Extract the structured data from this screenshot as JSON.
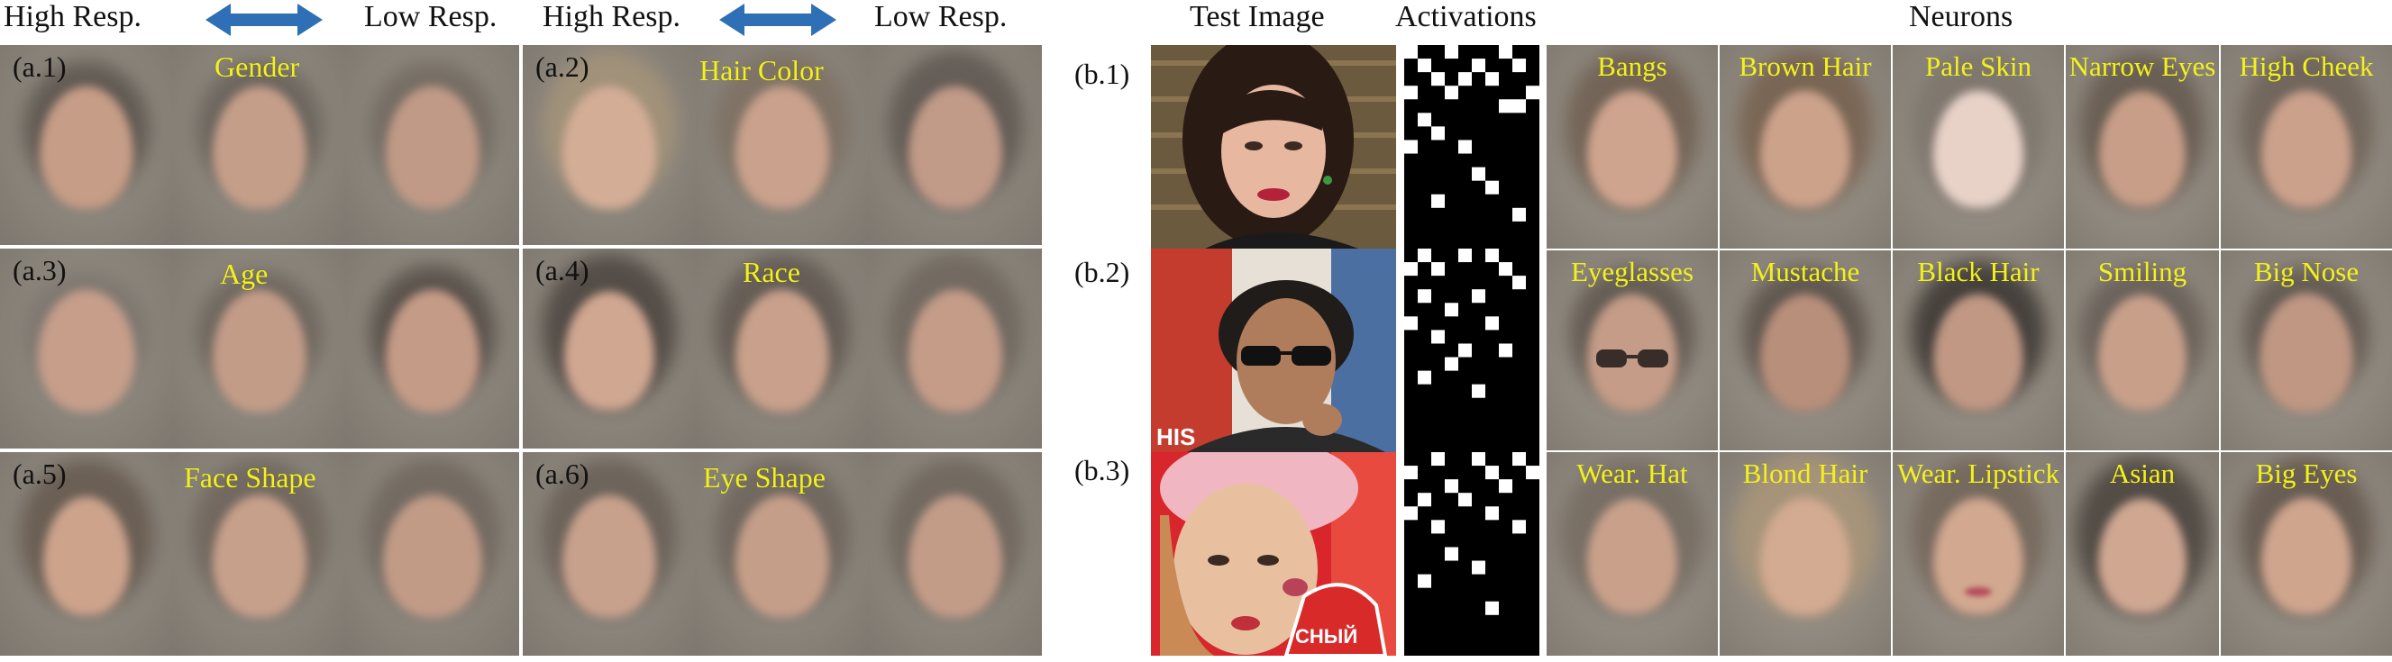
{
  "left_header": {
    "high": "High Resp.",
    "low": "Low Resp."
  },
  "panels": [
    {
      "id": "(a.1)",
      "title": "Gender"
    },
    {
      "id": "(a.2)",
      "title": "Hair Color"
    },
    {
      "id": "(a.3)",
      "title": "Age"
    },
    {
      "id": "(a.4)",
      "title": "Race"
    },
    {
      "id": "(a.5)",
      "title": "Face Shape"
    },
    {
      "id": "(a.6)",
      "title": "Eye Shape"
    }
  ],
  "right_header": {
    "test_image": "Test Image",
    "activations": "Activations",
    "neurons": "Neurons"
  },
  "rows": [
    {
      "id": "(b.1)",
      "neurons": [
        "Bangs",
        "Brown Hair",
        "Pale Skin",
        "Narrow Eyes",
        "High Cheek"
      ]
    },
    {
      "id": "(b.2)",
      "neurons": [
        "Eyeglasses",
        "Mustache",
        "Black Hair",
        "Smiling",
        "Big Nose"
      ]
    },
    {
      "id": "(b.3)",
      "neurons": [
        "Wear. Hat",
        "Blond Hair",
        "Wear. Lipstick",
        "Asian",
        "Big Eyes"
      ]
    }
  ],
  "photo_text": {
    "b2_sign": "HIS",
    "b3_sticker": "СНЫЙ"
  },
  "colors": {
    "label_yellow": "#f2f21a",
    "arrow_blue": "#2e6fb5"
  }
}
